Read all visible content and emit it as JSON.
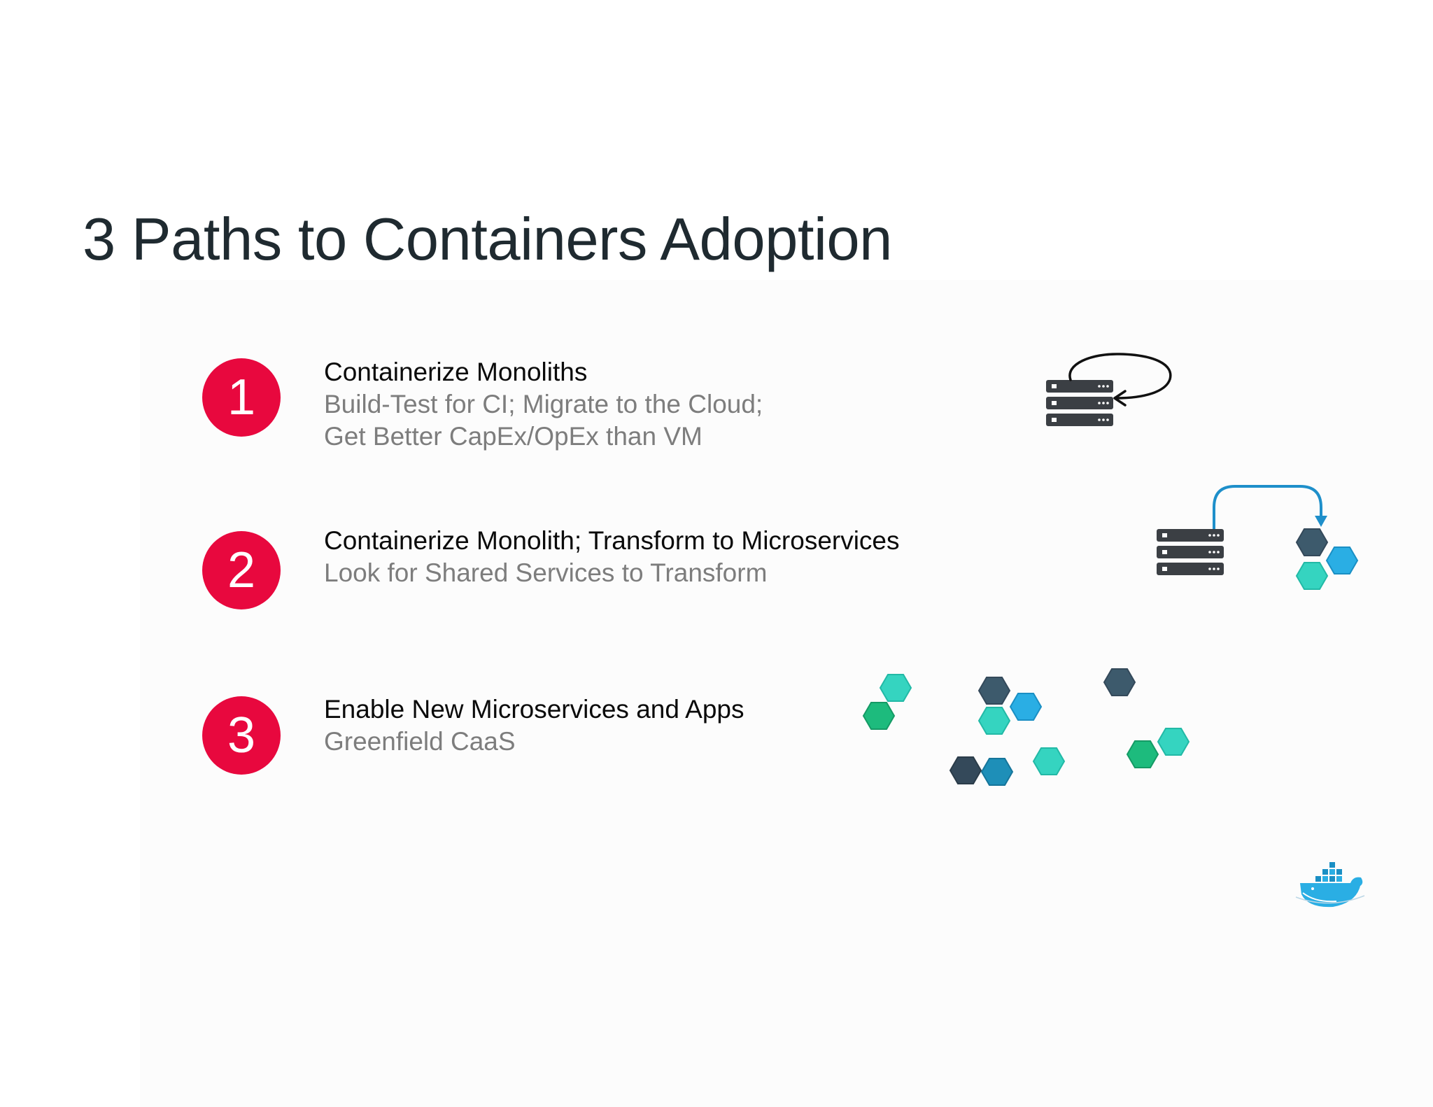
{
  "title": "3 Paths to Containers Adoption",
  "paths": [
    {
      "number": "1",
      "heading": "Containerize Monoliths",
      "lines": [
        "Build-Test for CI; Migrate to the Cloud;",
        "Get Better CapEx/OpEx than VM"
      ]
    },
    {
      "number": "2",
      "heading": "Containerize Monolith;  Transform to Microservices",
      "lines": [
        "Look for Shared Services to Transform"
      ]
    },
    {
      "number": "3",
      "heading": "Enable New Microservices and Apps",
      "lines": [
        "Greenfield CaaS"
      ]
    }
  ],
  "icons": {
    "path1": "server-stack-loop-arrow-icon",
    "path2": "server-to-hexagons-arrow-icon",
    "path3": "hexagon-cluster-icon",
    "logo": "docker-whale-logo"
  },
  "colors": {
    "accent": "#e8083e",
    "heading": "#0a0a0a",
    "subtext": "#7d7d7d",
    "title": "#1f2a30",
    "hex_dark": "#3d5a6c",
    "hex_teal": "#35d4c0",
    "hex_blue": "#2aaee4",
    "hex_green": "#1dbb7d"
  }
}
